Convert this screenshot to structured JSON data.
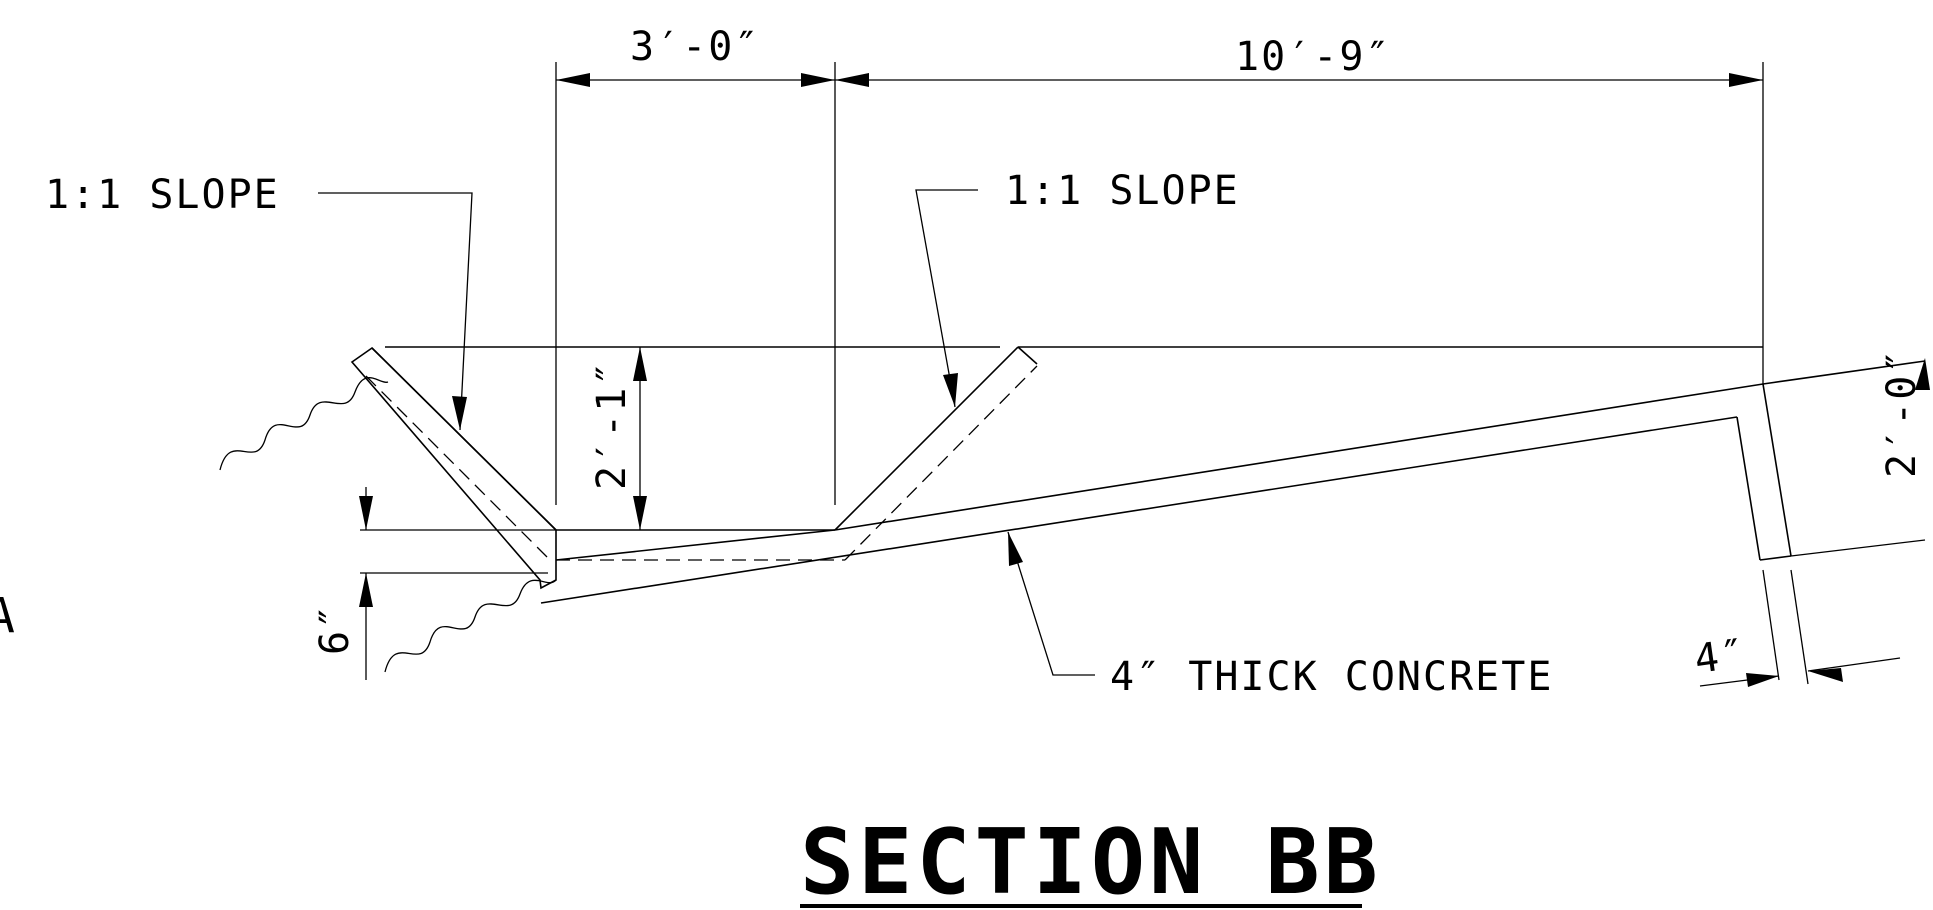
{
  "drawing": {
    "title": "SECTION BB",
    "dimensions": {
      "top_left": "3′-0″",
      "top_right": "10′-9″",
      "depth": "2′-1″",
      "drop": "6″",
      "wall_height": "2′-0″",
      "wall_thickness": "4″"
    },
    "callouts": {
      "left_slope": "1:1 SLOPE",
      "right_slope": "1:1 SLOPE",
      "concrete": "4″ THICK CONCRETE"
    },
    "edge_mark": "A"
  }
}
